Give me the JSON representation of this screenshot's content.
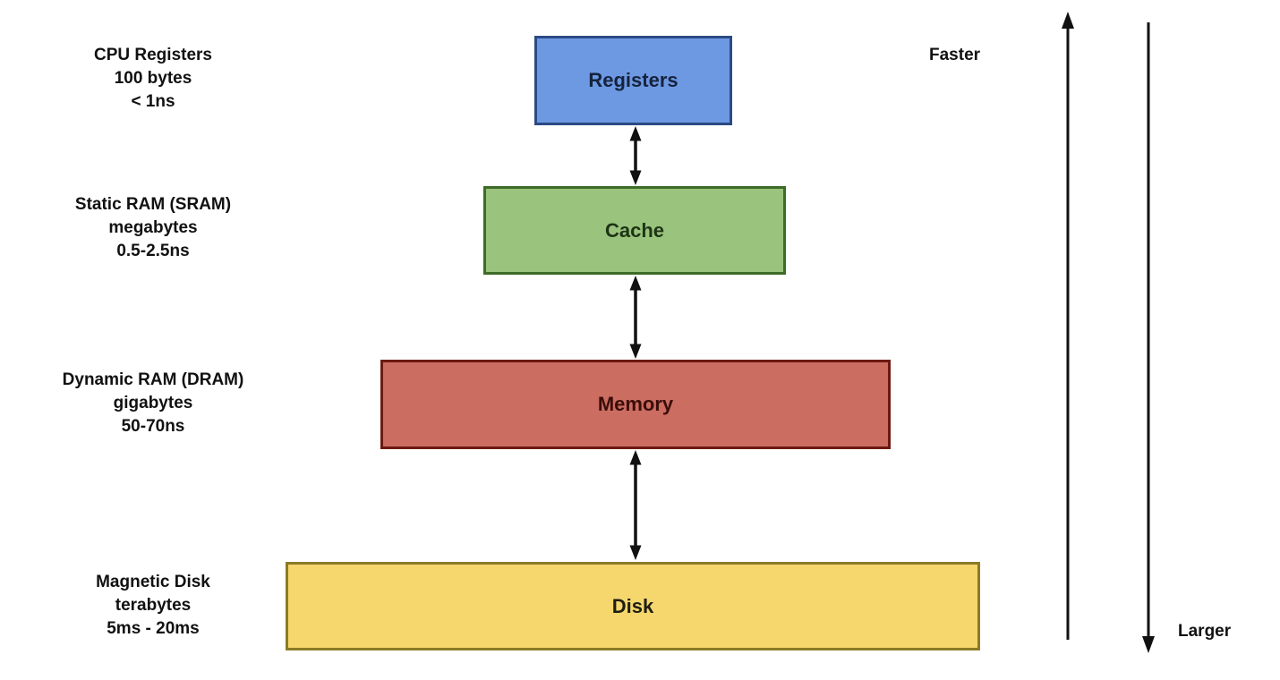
{
  "levels": [
    {
      "name": "registers",
      "box_label": "Registers",
      "annotation": [
        "CPU Registers",
        "100 bytes",
        "< 1ns"
      ],
      "fill": "#6d99e3",
      "border": "#2c4a84",
      "label_color": "#16233e"
    },
    {
      "name": "cache",
      "box_label": "Cache",
      "annotation": [
        "Static RAM (SRAM)",
        "megabytes",
        "0.5-2.5ns"
      ],
      "fill": "#9ac37e",
      "border": "#3d6b28",
      "label_color": "#1d3414"
    },
    {
      "name": "memory",
      "box_label": "Memory",
      "annotation": [
        "Dynamic RAM (DRAM)",
        "gigabytes",
        "50-70ns"
      ],
      "fill": "#cc6d62",
      "border": "#6d1a11",
      "label_color": "#3a0d08"
    },
    {
      "name": "disk",
      "box_label": "Disk",
      "annotation": [
        "Magnetic Disk",
        "terabytes",
        "5ms - 20ms"
      ],
      "fill": "#f6d76d",
      "border": "#8c7b26",
      "label_color": "#1f1e14"
    }
  ],
  "axis": {
    "faster_label": "Faster",
    "larger_label": "Larger"
  },
  "arrows": {
    "between_levels_icon": "double-headed-vertical-arrow",
    "faster_direction": "up",
    "larger_direction": "down",
    "color": "#111111"
  }
}
